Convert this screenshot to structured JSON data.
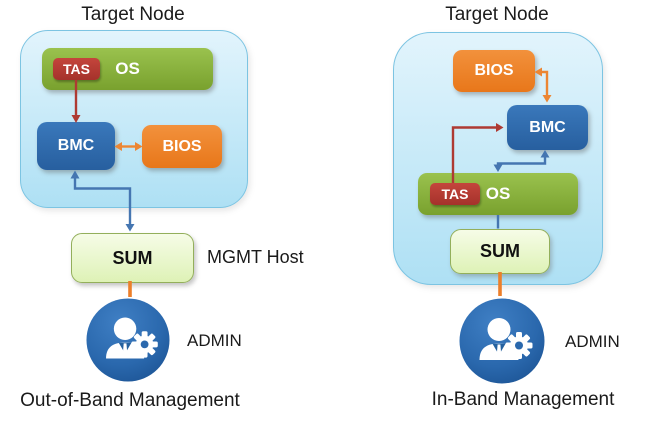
{
  "colors": {
    "container_fill_top": "#e2f4fc",
    "container_fill_bottom": "#aee0f4",
    "container_border": "#7cc4e2",
    "os_green": "#84ab36",
    "tas_red": "#b03a32",
    "bmc_blue": "#2e6bb0",
    "bios_orange": "#ec8228",
    "sum_fill": "#eaf7cd",
    "sum_border": "#93af5b",
    "admin_circle_blue": "#2a68ad",
    "arrow_red": "#ae3a33",
    "arrow_blue": "#4576b1",
    "arrow_orange": "#ec8633",
    "text_black": "#1a1a1a"
  },
  "left": {
    "title": "Target Node",
    "os_label": "OS",
    "tas_label": "TAS",
    "bmc_label": "BMC",
    "bios_label": "BIOS",
    "sum_label": "SUM",
    "mgmt_host_label": "MGMT Host",
    "admin_label": "ADMIN",
    "admin_icon": "admin-user-gear-icon",
    "caption": "Out-of-Band Management"
  },
  "right": {
    "title": "Target Node",
    "bios_label": "BIOS",
    "bmc_label": "BMC",
    "os_label": "OS",
    "tas_label": "TAS",
    "sum_label": "SUM",
    "admin_label": "ADMIN",
    "admin_icon": "admin-user-gear-icon",
    "caption": "In-Band Management"
  }
}
